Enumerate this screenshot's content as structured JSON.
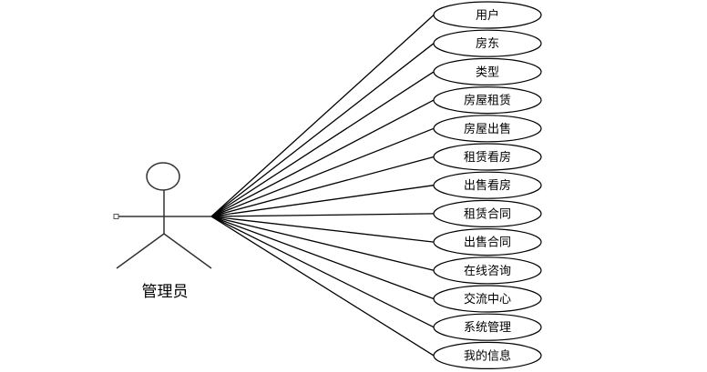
{
  "actor": {
    "name": "管理员"
  },
  "use_cases": [
    {
      "label": "用户"
    },
    {
      "label": "房东"
    },
    {
      "label": "类型"
    },
    {
      "label": "房屋租赁"
    },
    {
      "label": "房屋出售"
    },
    {
      "label": "租赁看房"
    },
    {
      "label": "出售看房"
    },
    {
      "label": "租赁合同"
    },
    {
      "label": "出售合同"
    },
    {
      "label": "在线咨询"
    },
    {
      "label": "交流中心"
    },
    {
      "label": "系统管理"
    },
    {
      "label": "我的信息"
    }
  ]
}
